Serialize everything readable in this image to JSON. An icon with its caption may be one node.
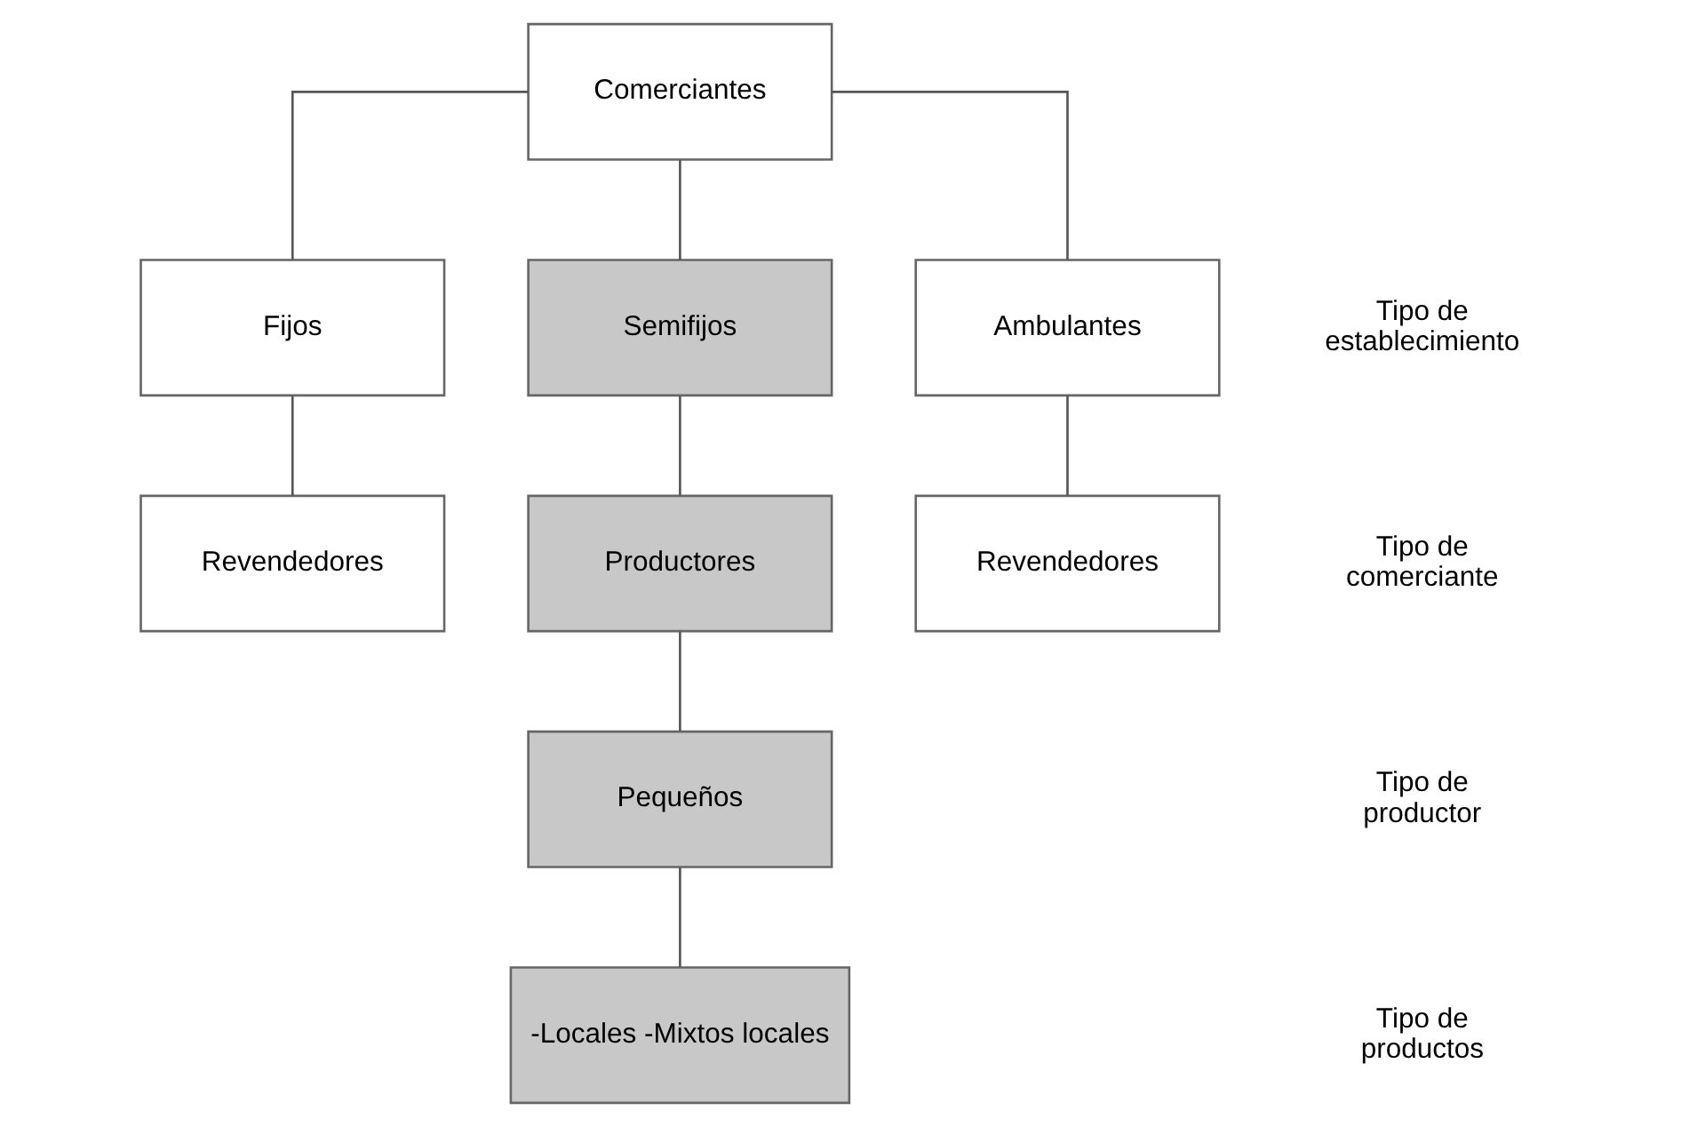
{
  "diagram": {
    "nodes": [
      {
        "text": [
          "Comerciantes"
        ]
      },
      {
        "text": [
          "Fijos"
        ]
      },
      {
        "text": [
          "Semifijos"
        ]
      },
      {
        "text": [
          "Ambulantes"
        ]
      },
      {
        "text": [
          "Revendedores"
        ]
      },
      {
        "text": [
          "Productores"
        ]
      },
      {
        "text": [
          "Revendedores"
        ]
      },
      {
        "text": [
          "Pequeños"
        ]
      },
      {
        "text": [
          "-Locales -Mixtos locales"
        ]
      }
    ],
    "edges": [
      {
        "from": 0,
        "to": 1,
        "arrow": "none"
      },
      {
        "from": 0,
        "to": 2,
        "arrow": "none"
      },
      {
        "from": 0,
        "to": 3,
        "arrow": "none"
      },
      {
        "from": 1,
        "to": 4,
        "arrow": "none"
      },
      {
        "from": 2,
        "to": 5,
        "arrow": "none"
      },
      {
        "from": 3,
        "to": 6,
        "arrow": "none"
      },
      {
        "from": 5,
        "to": 7,
        "arrow": "none"
      },
      {
        "from": 7,
        "to": 8,
        "arrow": "none"
      }
    ],
    "labels": [
      "Tipo de establecimiento",
      "Tipo de comerciante",
      "Tipo de productor",
      "Tipo de productos"
    ]
  }
}
